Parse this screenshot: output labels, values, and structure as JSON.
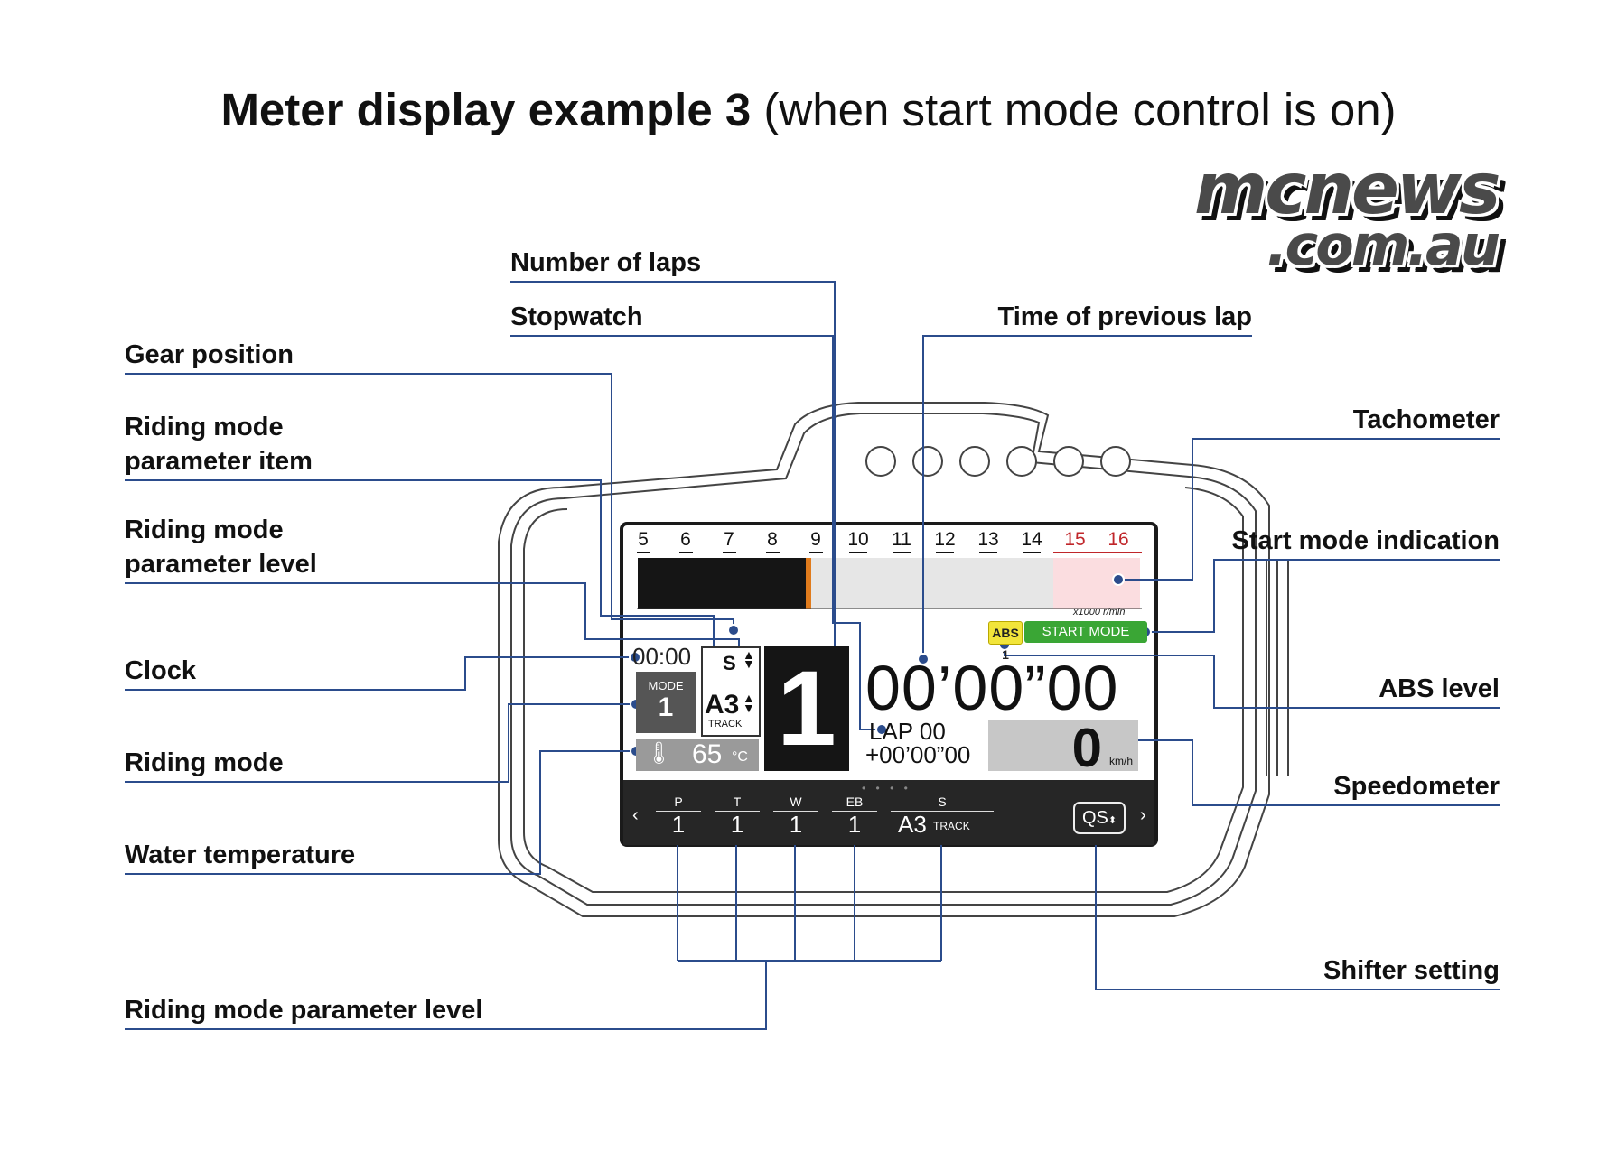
{
  "title": {
    "bold": "Meter display example 3",
    "rest": "(when start mode control is on)"
  },
  "logo": {
    "line1": "mcnews",
    "line2": ".com.au"
  },
  "labels": {
    "number_of_laps": "Number of laps",
    "stopwatch": "Stopwatch",
    "time_of_previous_lap": "Time of previous lap",
    "gear_position": "Gear position",
    "riding_mode_parameter_item": "Riding mode\nparameter item",
    "riding_mode_parameter_level": "Riding mode\nparameter level",
    "clock": "Clock",
    "riding_mode": "Riding mode",
    "water_temperature": "Water temperature",
    "riding_mode_parameter_level_bottom": "Riding mode parameter level",
    "tachometer": "Tachometer",
    "start_mode_indication": "Start mode indication",
    "abs_level": "ABS level",
    "speedometer": "Speedometer",
    "shifter_setting": "Shifter setting"
  },
  "display": {
    "tach_numbers": [
      "5",
      "6",
      "7",
      "8",
      "9",
      "10",
      "11",
      "12",
      "13",
      "14",
      "15",
      "16"
    ],
    "tach_unit": "x1000 r/min",
    "abs_badge": "ABS 1",
    "start_mode": "START MODE",
    "clock": "00:00",
    "mode_label": "MODE",
    "mode_value": "1",
    "param_item": "S",
    "param_level": "A3",
    "param_sub": "TRACK",
    "gear": "1",
    "water_temp_value": "65",
    "water_temp_unit": "°C",
    "stopwatch": "00’00”00",
    "lap": "LAP 00",
    "previous_lap": "+00’00”00",
    "speed": "0",
    "speed_unit": "km/h",
    "params": [
      {
        "name": "P",
        "level": "1"
      },
      {
        "name": "T",
        "level": "1"
      },
      {
        "name": "W",
        "level": "1"
      },
      {
        "name": "EB",
        "level": "1"
      },
      {
        "name": "S",
        "level": "A3",
        "sub": "TRACK"
      }
    ],
    "shifter": "QS",
    "nav_left": "‹",
    "nav_right": "›"
  },
  "colors": {
    "callout_line": "#2b4c8c",
    "rev_limit_zone": "#fbdde0",
    "rev_indicator": "#e07b1c",
    "start_mode_green": "#3aa635",
    "abs_yellow": "#f2e53a"
  }
}
